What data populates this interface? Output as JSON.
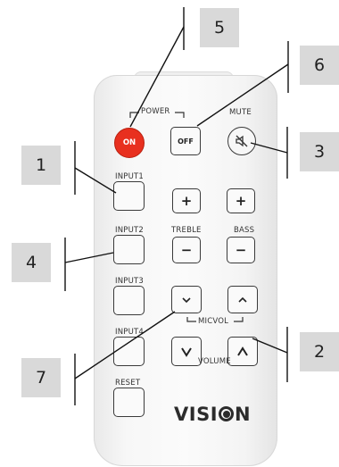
{
  "remote": {
    "power_label": "POWER",
    "on_label": "ON",
    "off_label": "OFF",
    "mute_label": "MUTE",
    "input1_label": "INPUT1",
    "input2_label": "INPUT2",
    "input3_label": "INPUT3",
    "input4_label": "INPUT4",
    "reset_label": "RESET",
    "treble_label": "TREBLE",
    "bass_label": "BASS",
    "micvol_label": "MICVOL",
    "volume_label": "VOLUME",
    "plus": "+",
    "minus": "−",
    "brand": {
      "before": "VISI",
      "after": "N"
    }
  },
  "callouts": [
    "1",
    "2",
    "3",
    "4",
    "5",
    "6",
    "7"
  ],
  "colors": {
    "on_button": "#e8301f",
    "callout_box": "#d9d9d9",
    "line": "#111111"
  },
  "icons": {
    "mute": "speaker-muted-icon",
    "arrow_up": "chevron-up-icon",
    "arrow_down": "chevron-down-icon"
  }
}
